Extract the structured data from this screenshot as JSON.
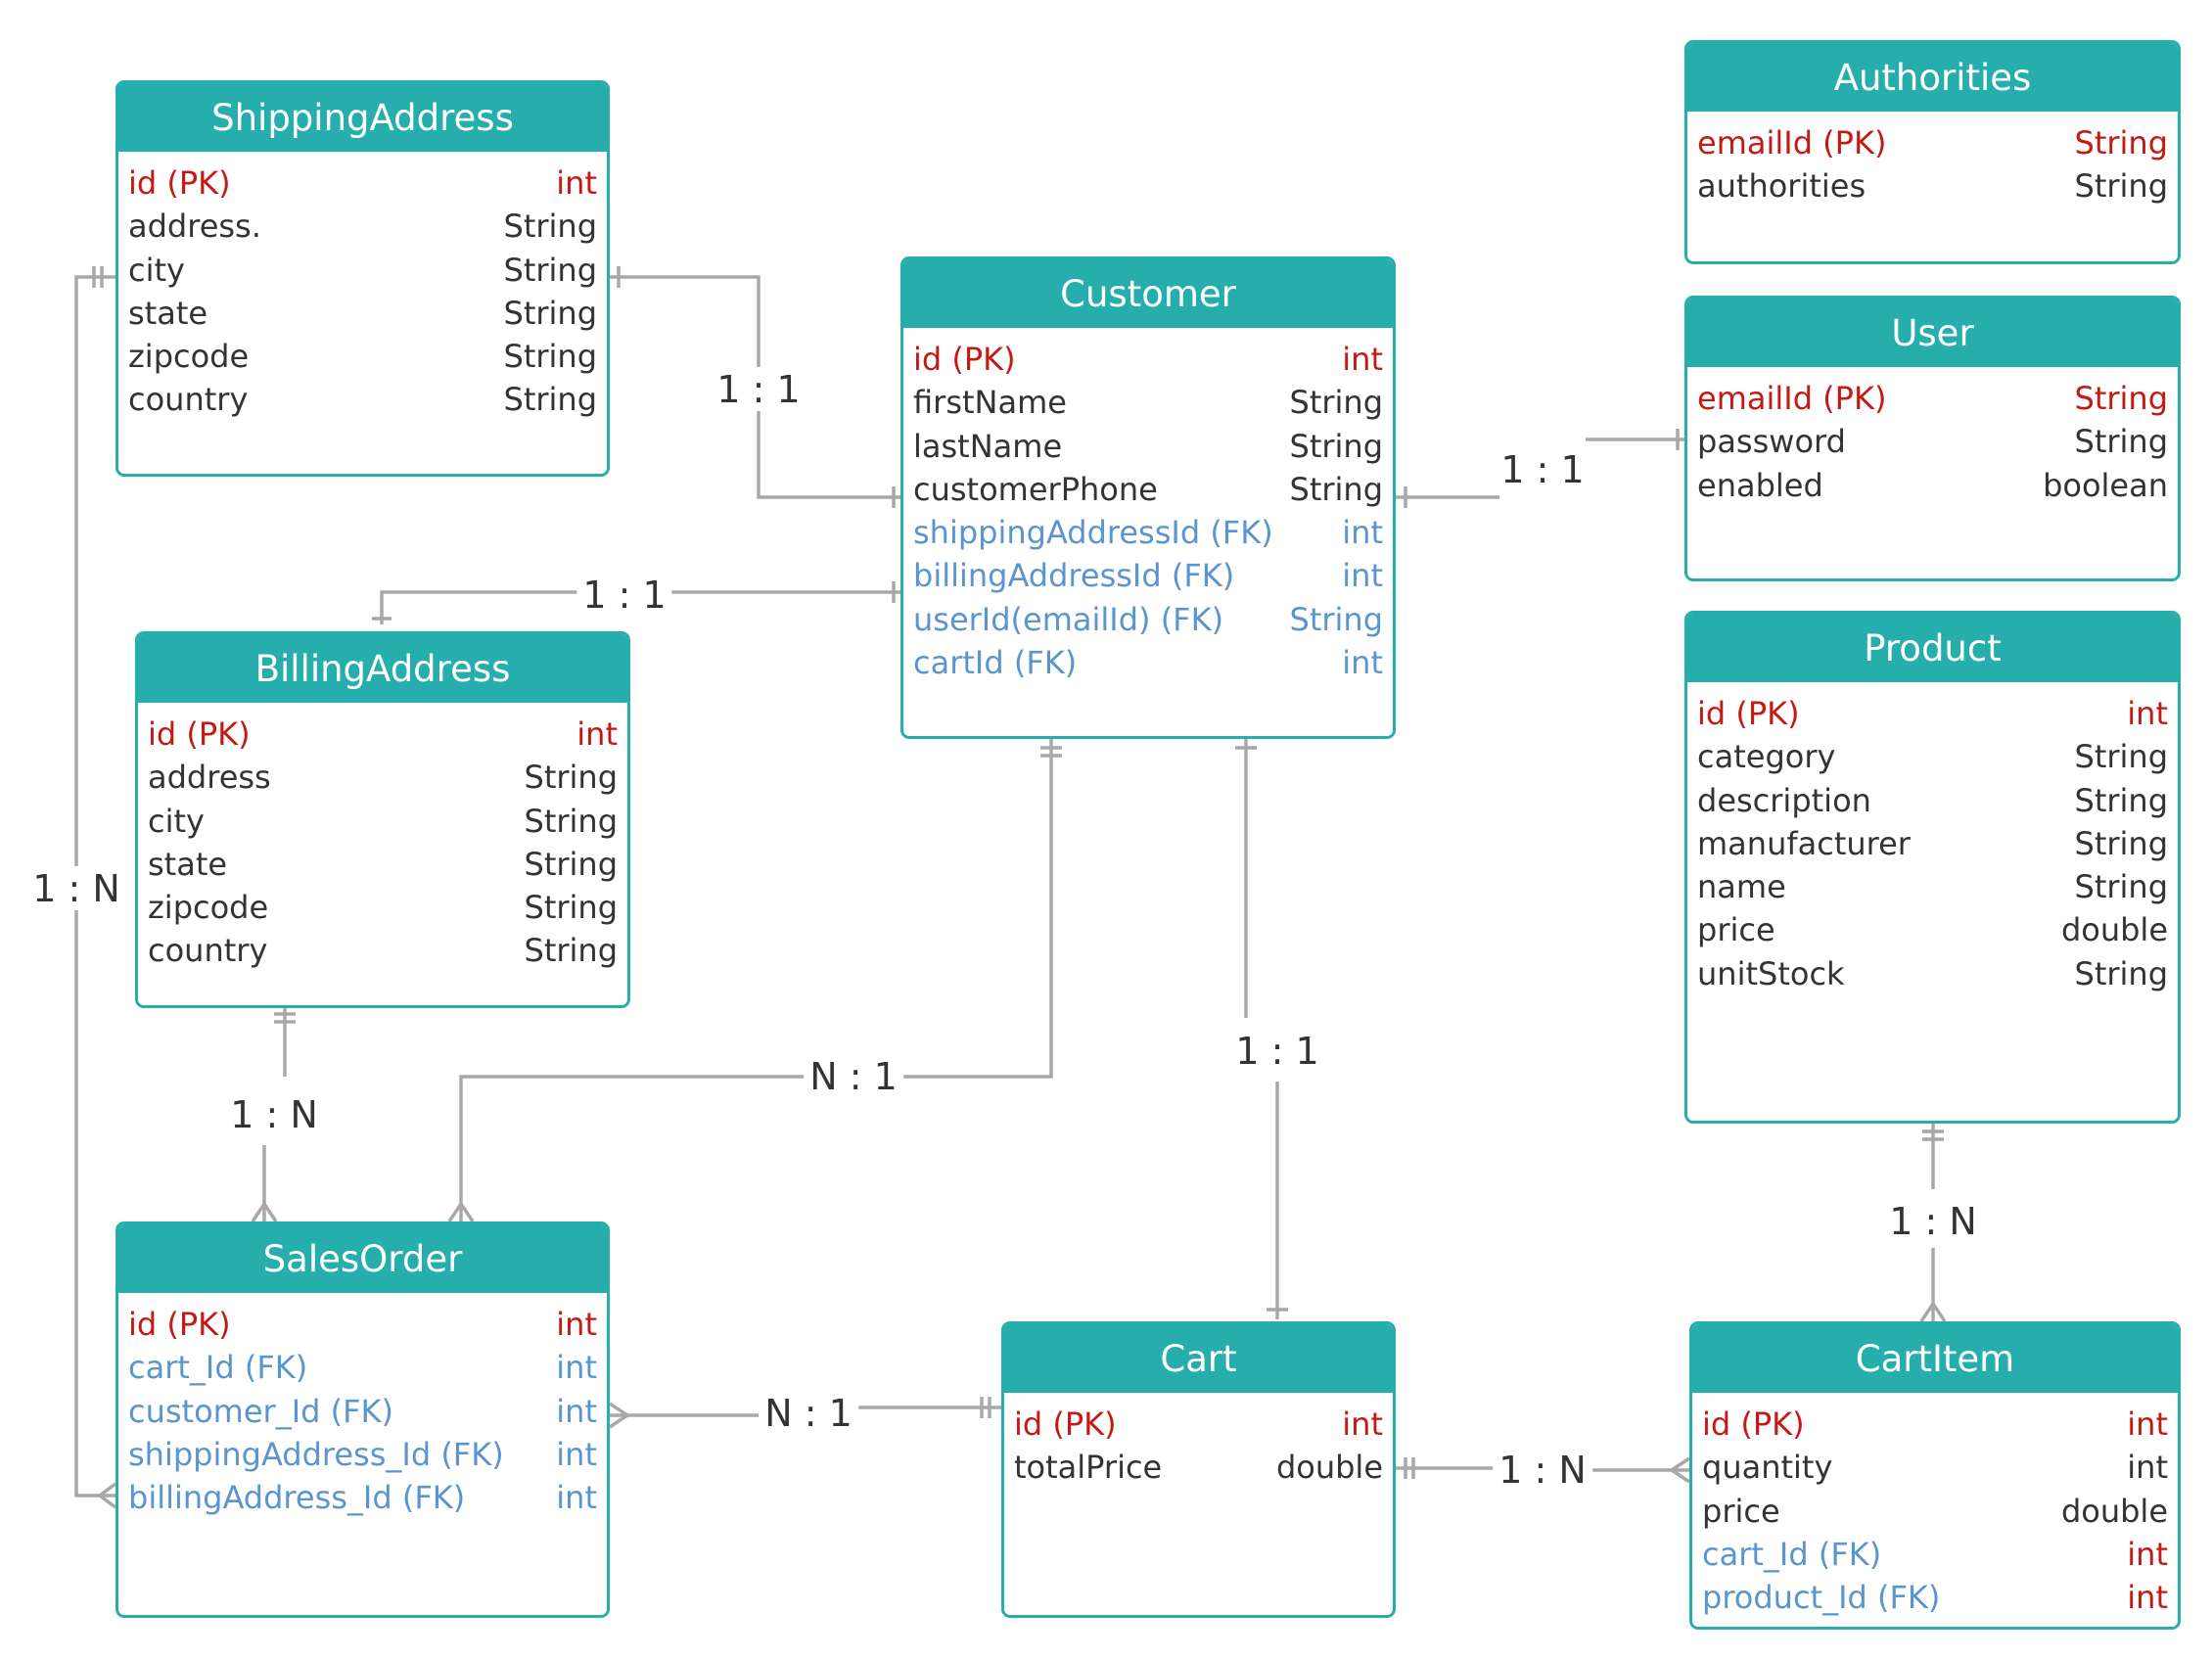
{
  "entities": {
    "shipping": {
      "title": "ShippingAddress",
      "rows": [
        {
          "name": "id (PK)",
          "type": "int",
          "kind": "pk"
        },
        {
          "name": "address.",
          "type": "String",
          "kind": ""
        },
        {
          "name": "city",
          "type": "String",
          "kind": ""
        },
        {
          "name": "state",
          "type": "String",
          "kind": ""
        },
        {
          "name": "zipcode",
          "type": "String",
          "kind": ""
        },
        {
          "name": "country",
          "type": "String",
          "kind": ""
        }
      ]
    },
    "customer": {
      "title": "Customer",
      "rows": [
        {
          "name": "id (PK)",
          "type": "int",
          "kind": "pk"
        },
        {
          "name": "firstName",
          "type": "String",
          "kind": ""
        },
        {
          "name": "lastName",
          "type": "String",
          "kind": ""
        },
        {
          "name": "customerPhone",
          "type": "String",
          "kind": ""
        },
        {
          "name": "shippingAddressId (FK)",
          "type": "int",
          "kind": "fk"
        },
        {
          "name": "billingAddressId (FK)",
          "type": "int",
          "kind": "fk"
        },
        {
          "name": "userId(emailId) (FK)",
          "type": "String",
          "kind": "fk"
        },
        {
          "name": "cartId (FK)",
          "type": "int",
          "kind": "fk"
        }
      ]
    },
    "authorities": {
      "title": "Authorities",
      "rows": [
        {
          "name": "emailId (PK)",
          "type": "String",
          "kind": "pk"
        },
        {
          "name": "authorities",
          "type": "String",
          "kind": ""
        }
      ]
    },
    "user": {
      "title": "User",
      "rows": [
        {
          "name": "emailId (PK)",
          "type": "String",
          "kind": "pk"
        },
        {
          "name": "password",
          "type": "String",
          "kind": ""
        },
        {
          "name": "enabled",
          "type": "boolean",
          "kind": ""
        }
      ]
    },
    "billing": {
      "title": "BillingAddress",
      "rows": [
        {
          "name": "id (PK)",
          "type": "int",
          "kind": "pk"
        },
        {
          "name": "address",
          "type": "String",
          "kind": ""
        },
        {
          "name": "city",
          "type": "String",
          "kind": ""
        },
        {
          "name": "state",
          "type": "String",
          "kind": ""
        },
        {
          "name": "zipcode",
          "type": "String",
          "kind": ""
        },
        {
          "name": "country",
          "type": "String",
          "kind": ""
        }
      ]
    },
    "product": {
      "title": "Product",
      "rows": [
        {
          "name": "id (PK)",
          "type": "int",
          "kind": "pk"
        },
        {
          "name": "category",
          "type": "String",
          "kind": ""
        },
        {
          "name": "description",
          "type": "String",
          "kind": ""
        },
        {
          "name": "manufacturer",
          "type": "String",
          "kind": ""
        },
        {
          "name": "name",
          "type": "String",
          "kind": ""
        },
        {
          "name": "price",
          "type": "double",
          "kind": ""
        },
        {
          "name": "unitStock",
          "type": "String",
          "kind": ""
        }
      ]
    },
    "salesorder": {
      "title": "SalesOrder",
      "rows": [
        {
          "name": "id (PK)",
          "type": "int",
          "kind": "pk"
        },
        {
          "name": "cart_Id (FK)",
          "type": "int",
          "kind": "fk"
        },
        {
          "name": "customer_Id (FK)",
          "type": "int",
          "kind": "fk"
        },
        {
          "name": "shippingAddress_Id (FK)",
          "type": "int",
          "kind": "fk"
        },
        {
          "name": "billingAddress_Id (FK)",
          "type": "int",
          "kind": "fk"
        }
      ]
    },
    "cart": {
      "title": "Cart",
      "rows": [
        {
          "name": "id (PK)",
          "type": "int",
          "kind": "pk"
        },
        {
          "name": "totalPrice",
          "type": "double",
          "kind": ""
        }
      ]
    },
    "cartitem": {
      "title": "CartItem",
      "rows": [
        {
          "name": "id (PK)",
          "type": "int",
          "kind": "pk"
        },
        {
          "name": "quantity",
          "type": "int",
          "kind": ""
        },
        {
          "name": "price",
          "type": "double",
          "kind": ""
        },
        {
          "name": "cart_Id (FK)",
          "type": "int",
          "kind": "fk-red"
        },
        {
          "name": "product_Id (FK)",
          "type": "int",
          "kind": "fk-red"
        }
      ]
    }
  },
  "relationships": {
    "shipping_customer": "1 : 1",
    "billing_customer": "1 : 1",
    "customer_user": "1 : 1",
    "shipping_salesorder": "1 : N",
    "billing_salesorder": "1 : N",
    "customer_salesorder": "N : 1",
    "customer_cart": "1 : 1",
    "product_cartitem": "1 : N",
    "salesorder_cart": "N : 1",
    "cart_cartitem": "1 : N"
  },
  "colors": {
    "header": "#26aead",
    "pk": "#c41a16",
    "fk": "#5a95d0",
    "text": "#333333",
    "line": "#a8a8a8"
  }
}
